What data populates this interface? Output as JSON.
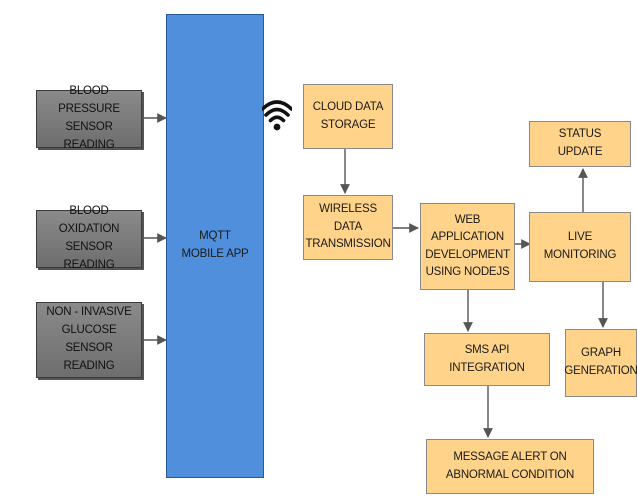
{
  "sensors": {
    "blood_pressure": "BLOOD PRESSURE SENSOR READING",
    "blood_oxidation": "BLOOD OXIDATION SENSOR READING",
    "glucose": "NON - INVASIVE GLUCOSE SENSOR READING"
  },
  "app": {
    "label": "MQTT MOBILE APP"
  },
  "pipeline": {
    "cloud_storage": "CLOUD DATA STORAGE",
    "wireless_transmission": "WIRELESS DATA TRANSMISSION",
    "web_app": "WEB APPLICATION DEVELOPMENT USING NODEJS",
    "live_monitoring": "LIVE MONITORING",
    "status_update": "STATUS UPDATE",
    "graph_generation": "GRAPH GENERATION",
    "sms_api": "SMS API INTEGRATION",
    "message_alert": "MESSAGE ALERT ON ABNORMAL CONDITION"
  },
  "icons": {
    "wireless": "wifi-icon"
  },
  "colors": {
    "sensor_fill": "#7d7d7d",
    "app_fill": "#4f8fdc",
    "process_fill": "#ffd48a",
    "arrow": "#555555"
  }
}
